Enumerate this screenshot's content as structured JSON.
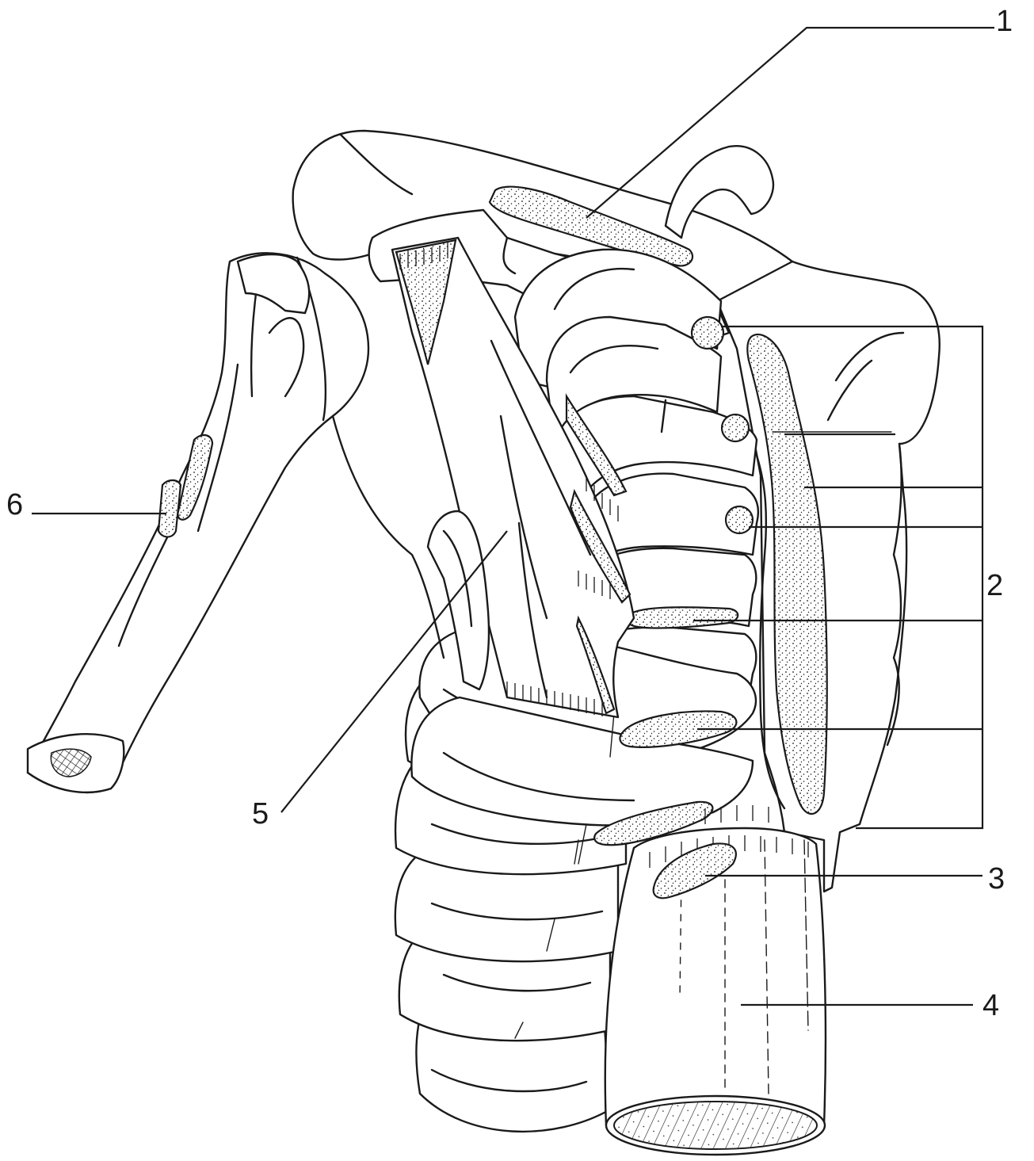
{
  "figure": {
    "labels": [
      {
        "id": "1",
        "text": "1"
      },
      {
        "id": "2",
        "text": "2"
      },
      {
        "id": "3",
        "text": "3"
      },
      {
        "id": "4",
        "text": "4"
      },
      {
        "id": "5",
        "text": "5"
      },
      {
        "id": "6",
        "text": "6"
      }
    ]
  }
}
